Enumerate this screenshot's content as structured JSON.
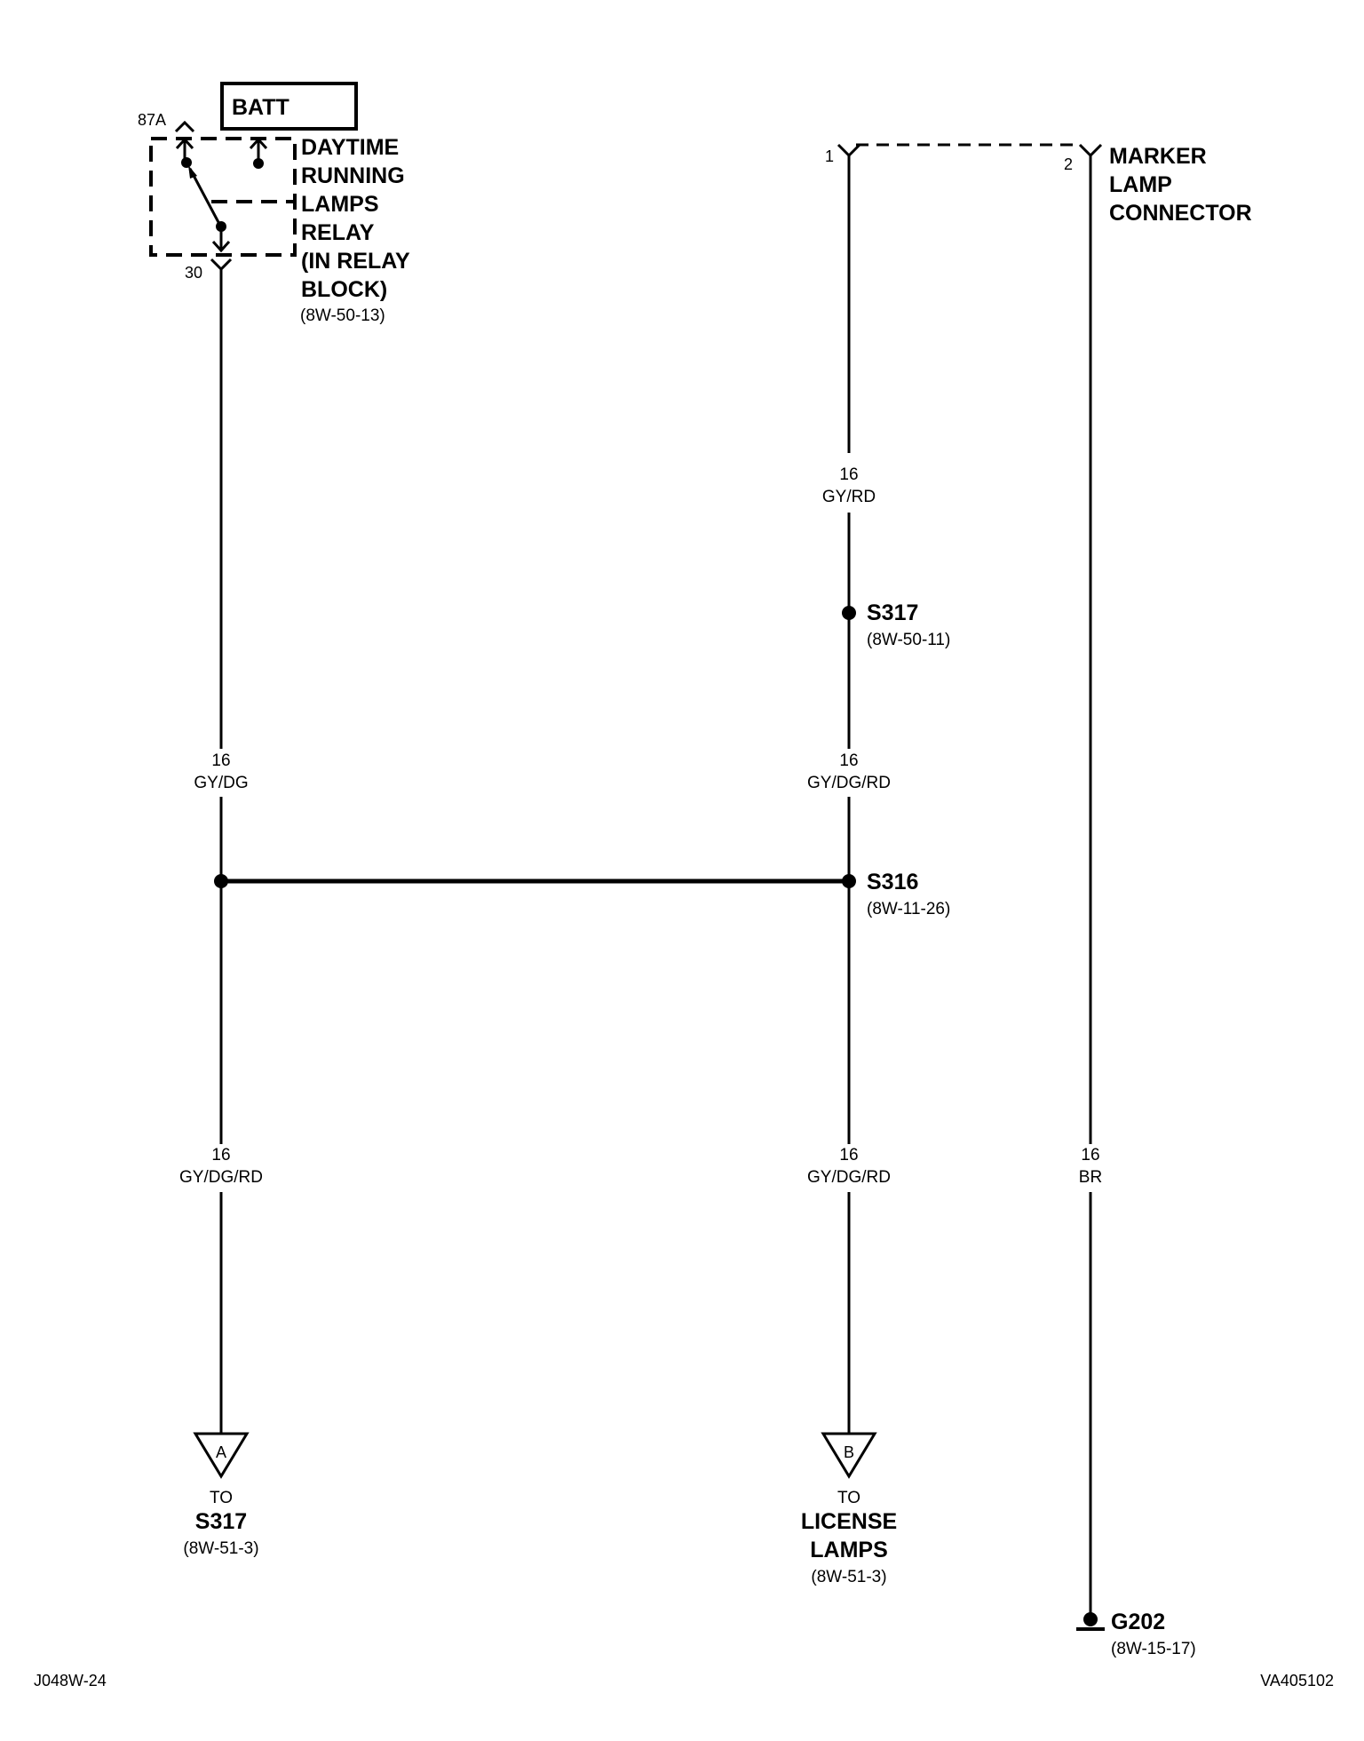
{
  "batt": "BATT",
  "relay": {
    "pin_87a": "87A",
    "pin_30": "30",
    "name_lines": [
      "DAYTIME",
      "RUNNING",
      "LAMPS",
      "RELAY",
      "(IN RELAY",
      "BLOCK)"
    ],
    "ref": "(8W-50-13)"
  },
  "marker_connector": {
    "pin1": "1",
    "pin2": "2",
    "name_lines": [
      "MARKER",
      "LAMP",
      "CONNECTOR"
    ]
  },
  "wires": {
    "left_upper": {
      "gauge": "16",
      "color": "GY/DG"
    },
    "left_lower": {
      "gauge": "16",
      "color": "GY/DG/RD"
    },
    "mid_top": {
      "gauge": "16",
      "color": "GY/RD"
    },
    "mid_middle": {
      "gauge": "16",
      "color": "GY/DG/RD"
    },
    "mid_lower": {
      "gauge": "16",
      "color": "GY/DG/RD"
    },
    "right": {
      "gauge": "16",
      "color": "BR"
    }
  },
  "splices": {
    "s317": {
      "name": "S317",
      "ref": "(8W-50-11)"
    },
    "s316": {
      "name": "S316",
      "ref": "(8W-11-26)"
    }
  },
  "connector_a": {
    "letter": "A",
    "to": "TO",
    "dest_lines": [
      "S317"
    ],
    "ref": "(8W-51-3)"
  },
  "connector_b": {
    "letter": "B",
    "to": "TO",
    "dest_lines": [
      "LICENSE",
      "LAMPS"
    ],
    "ref": "(8W-51-3)"
  },
  "ground": {
    "name": "G202",
    "ref": "(8W-15-17)"
  },
  "footer": {
    "left": "J048W-24",
    "right": "VA405102"
  }
}
